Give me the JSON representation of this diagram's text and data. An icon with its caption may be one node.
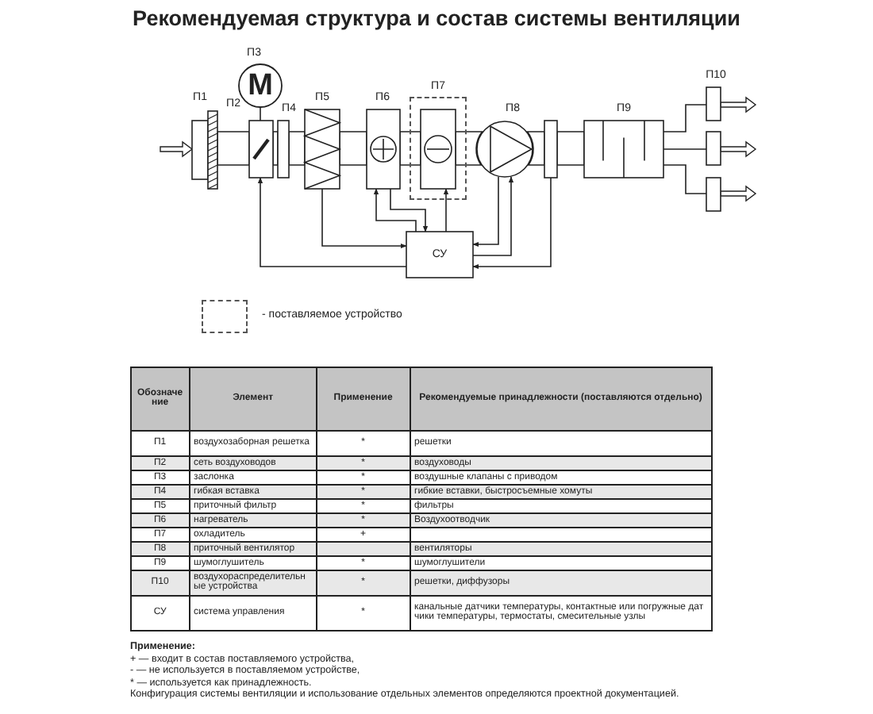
{
  "diagram": {
    "title": "Рекомендуемая структура и состав системы вентиляции",
    "nodes": [
      {
        "text": [
          "П1"
        ]
      },
      {
        "text": [
          "П3",
          "M"
        ]
      },
      {
        "text": [],
        "shape": "box"
      },
      {
        "text": [
          "П4"
        ]
      },
      {
        "text": [
          "П5"
        ]
      },
      {
        "text": [
          "П6"
        ]
      },
      {
        "text": [
          "П7"
        ]
      },
      {
        "text": [],
        "shape": "box",
        "in": 6
      },
      {
        "text": [
          "П8"
        ]
      },
      {
        "text": [],
        "shape": "box"
      },
      {
        "text": [
          "П9"
        ]
      },
      {
        "text": [
          "П10"
        ]
      },
      {
        "text": [],
        "shape": "box"
      },
      {
        "text": [],
        "shape": "box"
      },
      {
        "text": [
          "СУ"
        ]
      }
    ],
    "edges": [
      {
        "from": 0,
        "to": 2,
        "arrow": "none"
      },
      {
        "from": 2,
        "to": 3,
        "arrow": "none"
      },
      {
        "from": 3,
        "to": 4,
        "arrow": "none"
      },
      {
        "from": 4,
        "to": 5,
        "arrow": "none"
      },
      {
        "from": 5,
        "to": 7,
        "arrow": "none"
      },
      {
        "from": 7,
        "to": 8,
        "arrow": "none"
      },
      {
        "from": 8,
        "to": 9,
        "arrow": "none"
      },
      {
        "from": 9,
        "to": 10,
        "arrow": "none"
      },
      {
        "from": 10,
        "to": 11,
        "arrow": "none"
      },
      {
        "from": 10,
        "to": 12,
        "arrow": "none"
      },
      {
        "from": 10,
        "to": 13,
        "arrow": "none"
      },
      {
        "from": 1,
        "to": 2,
        "arrow": "none"
      },
      {
        "from": 14,
        "to": 2,
        "arrow": "to"
      },
      {
        "from": 4,
        "to": 14,
        "arrow": "to"
      },
      {
        "from": 14,
        "to": 5,
        "arrow": "to"
      },
      {
        "from": 5,
        "to": 14,
        "arrow": "to"
      },
      {
        "from": 14,
        "to": 7,
        "arrow": "to"
      },
      {
        "from": 8,
        "to": 14,
        "arrow": "to"
      },
      {
        "from": 14,
        "to": 8,
        "arrow": "to"
      },
      {
        "from": 9,
        "to": 14,
        "arrow": "to"
      },
      {
        "from": null,
        "to": 0,
        "arrow": "to"
      },
      {
        "from": 11,
        "to": null,
        "arrow": "to"
      },
      {
        "from": 12,
        "to": null,
        "arrow": "to"
      },
      {
        "from": 13,
        "to": null,
        "arrow": "to"
      }
    ],
    "labels": [
      "П2",
      "Обозначение",
      "Элемент",
      "Применение",
      "Рекомендуемые принадлежности (поставляются отдельно)",
      "П1",
      "воздухозаборная решетка",
      "*",
      "решетки",
      "П2",
      "сеть воздуховодов",
      "*",
      "воздуховоды",
      "П3",
      "заслонка",
      "*",
      "воздушные клапаны с приводом",
      "П4",
      "гибкая вставка",
      "*",
      "гибкие вставки, быстросъемные хомуты",
      "П5",
      "приточный фильтр",
      "*",
      "фильтры",
      "П6",
      "нагреватель",
      "*",
      "Воздухоотводчик",
      "П7",
      "охладитель",
      "+",
      "П8",
      "приточный вентилятор",
      "вентиляторы",
      "П9",
      "шумоглушитель",
      "*",
      "шумоглушители",
      "П10",
      "воздухораспределительные устройства",
      "*",
      "решетки, диффузоры",
      "СУ",
      "система управления",
      "*",
      "канальные датчики температуры, контактные или погружные датчики температуры, термостаты, смесительные узлы",
      "Применение:",
      "+ — входит в состав поставляемого устройства,",
      "- — не используется в поставляемом устройстве,",
      "* — используется как принадлежность.",
      "Конфигурация системы вентиляции и использование отдельных элементов определяются проектной документацией."
    ],
    "legend": [
      {
        "text": "- поставляемое устройство"
      }
    ]
  }
}
